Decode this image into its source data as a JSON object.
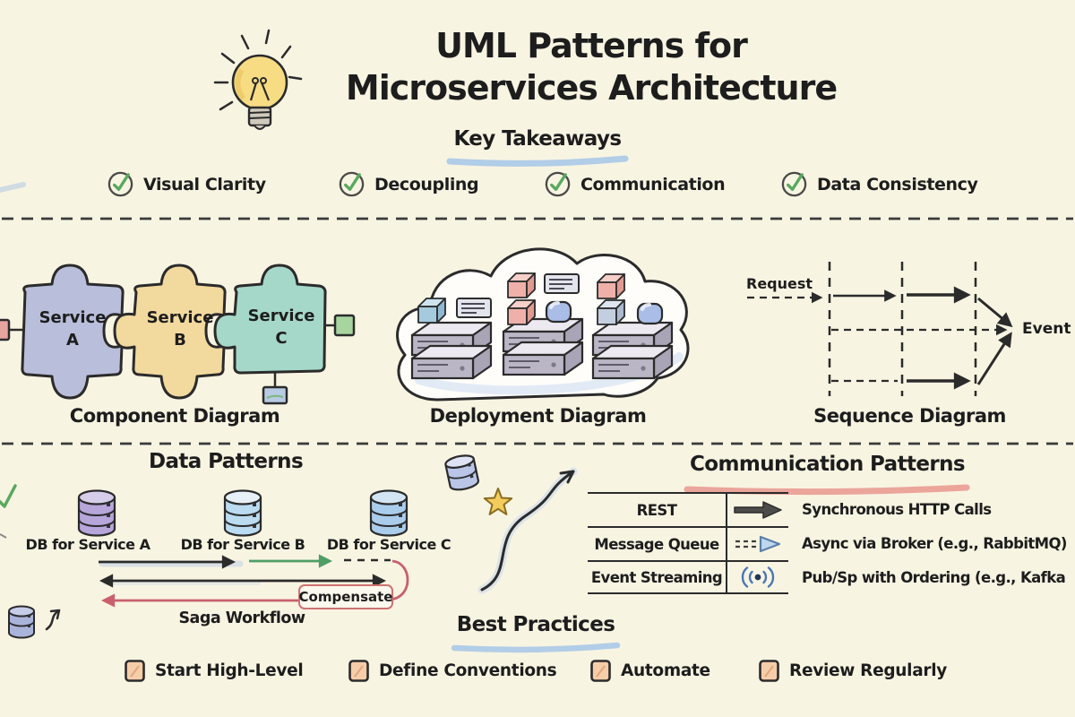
{
  "header": {
    "title_line1": "UML Patterns for",
    "title_line2": "Microservices Architecture",
    "icon": "lightbulb-icon"
  },
  "takeaways": {
    "heading": "Key Takeaways",
    "item_icon": "check-icon",
    "items": [
      {
        "label": "Visual Clarity"
      },
      {
        "label": "Decoupling"
      },
      {
        "label": "Communication"
      },
      {
        "label": "Data Consistency"
      }
    ]
  },
  "diagrams": {
    "component": {
      "caption": "Component Diagram",
      "pieces": [
        {
          "label": "Service\nA",
          "color": "#b9bedb"
        },
        {
          "label": "Service\nB",
          "color": "#f2d99e"
        },
        {
          "label": "Service\nC",
          "color": "#a5d8c8"
        }
      ]
    },
    "deployment": {
      "caption": "Deployment Diagram"
    },
    "sequence": {
      "caption": "Sequence Diagram",
      "request_label": "Request",
      "event_label": "Event"
    }
  },
  "data_patterns": {
    "heading": "Data Patterns",
    "databases": [
      {
        "label": "DB for Service A",
        "color": "#b6a6da",
        "top_color": "#d6cdeb"
      },
      {
        "label": "DB for Service B",
        "color": "#badbf0",
        "top_color": "#e7f0f6"
      },
      {
        "label": "DB for Service C",
        "color": "#aacdec",
        "top_color": "#d3e4f3"
      }
    ],
    "compensate_label": "Compensate",
    "caption": "Saga Workflow"
  },
  "communication": {
    "heading": "Communication Patterns",
    "rows": [
      {
        "label": "REST",
        "icon": "thick-arrow-icon",
        "desc": "Synchronous HTTP Calls"
      },
      {
        "label": "Message Queue",
        "icon": "dashed-arrow-icon",
        "desc": "Async via Broker (e.g., RabbitMQ)"
      },
      {
        "label": "Event Streaming",
        "icon": "broadcast-icon",
        "desc": "Pub/Sp with Ordering (e.g., Kafka"
      }
    ]
  },
  "best_practices": {
    "heading": "Best Practices",
    "item_icon": "checkbox-icon",
    "items": [
      {
        "label": "Start High-Level"
      },
      {
        "label": "Define Conventions"
      },
      {
        "label": "Automate"
      },
      {
        "label": "Review Regularly"
      }
    ]
  },
  "colors": {
    "background": "#f8f4e2",
    "ink": "#232323",
    "check_green": "#57a95e",
    "takeaways_underline": "#9fc3e8",
    "communication_underline": "#e9968e",
    "best_practices_underline": "#9fc3e8",
    "saga_green": "#4e9e66",
    "saga_red": "#c9606c",
    "practice_square": "#f6cda9",
    "connector_pink": "#e8a49e",
    "connector_green": "#a8d4a0",
    "connector_blue": "#b7cbe2"
  }
}
